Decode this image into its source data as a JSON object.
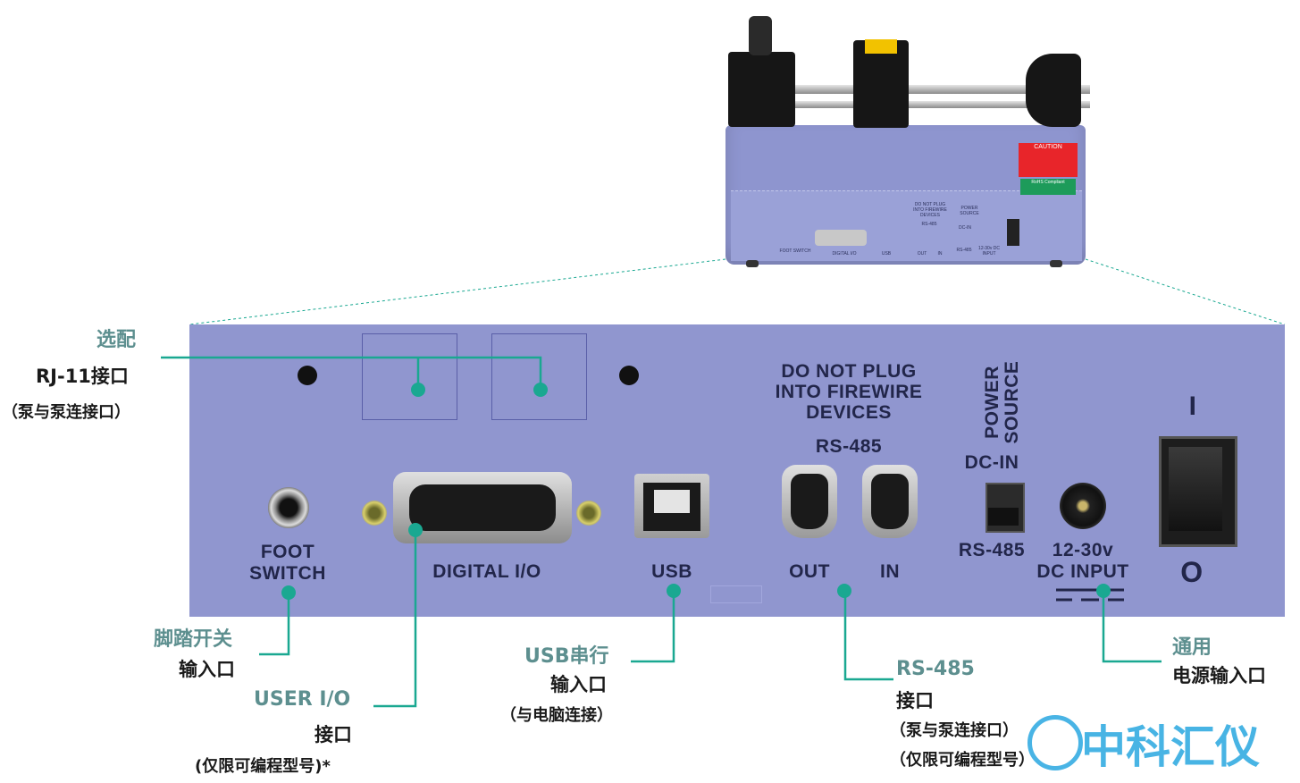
{
  "device_photo": {
    "caution_label": "CAUTION",
    "rohs_label": "RoHS Compliant",
    "small_labels": [
      "FOOT SWITCH",
      "DIGITAL I/O",
      "USB",
      "DO NOT PLUG INTO FIREWIRE DEVICES",
      "RS-485",
      "OUT",
      "IN",
      "POWER SOURCE",
      "DC-IN",
      "RS-485",
      "12-30v DC INPUT"
    ]
  },
  "panel": {
    "foot_switch": "FOOT\nSWITCH",
    "digital_io": "DIGITAL I/O",
    "usb": "USB",
    "firewire_warning": "DO NOT PLUG\nINTO FIREWIRE\nDEVICES",
    "rs485_title": "RS-485",
    "out": "OUT",
    "in": "IN",
    "power_source": "POWER\nSOURCE",
    "dc_in": "DC-IN",
    "rs485_switch": "RS-485",
    "dc_input": "12-30v\nDC INPUT",
    "switch_on": "I",
    "switch_off": "O"
  },
  "callouts": {
    "rj11": {
      "line1": "选配",
      "line2": "RJ-11接口",
      "line3": "（泵与泵连接口）"
    },
    "foot": {
      "line1": "脚踏开关",
      "line2": "输入口"
    },
    "user_io": {
      "line1": "USER I/O",
      "line2": "接口",
      "line3": "(仅限可编程型号)*"
    },
    "usb": {
      "line1": "USB串行",
      "line2": "输入口",
      "line3": "（与电脑连接）"
    },
    "rs485": {
      "line1": "RS-485",
      "line2": "接口",
      "line3": "（泵与泵连接口）",
      "line4": "（仅限可编程型号）"
    },
    "power": {
      "line1": "通用",
      "line2": "电源输入口"
    }
  },
  "watermark": "中科汇仪",
  "colors": {
    "panel": "#9096cf",
    "callout_line": "#1aa891",
    "callout_title": "#5d8f8f"
  }
}
